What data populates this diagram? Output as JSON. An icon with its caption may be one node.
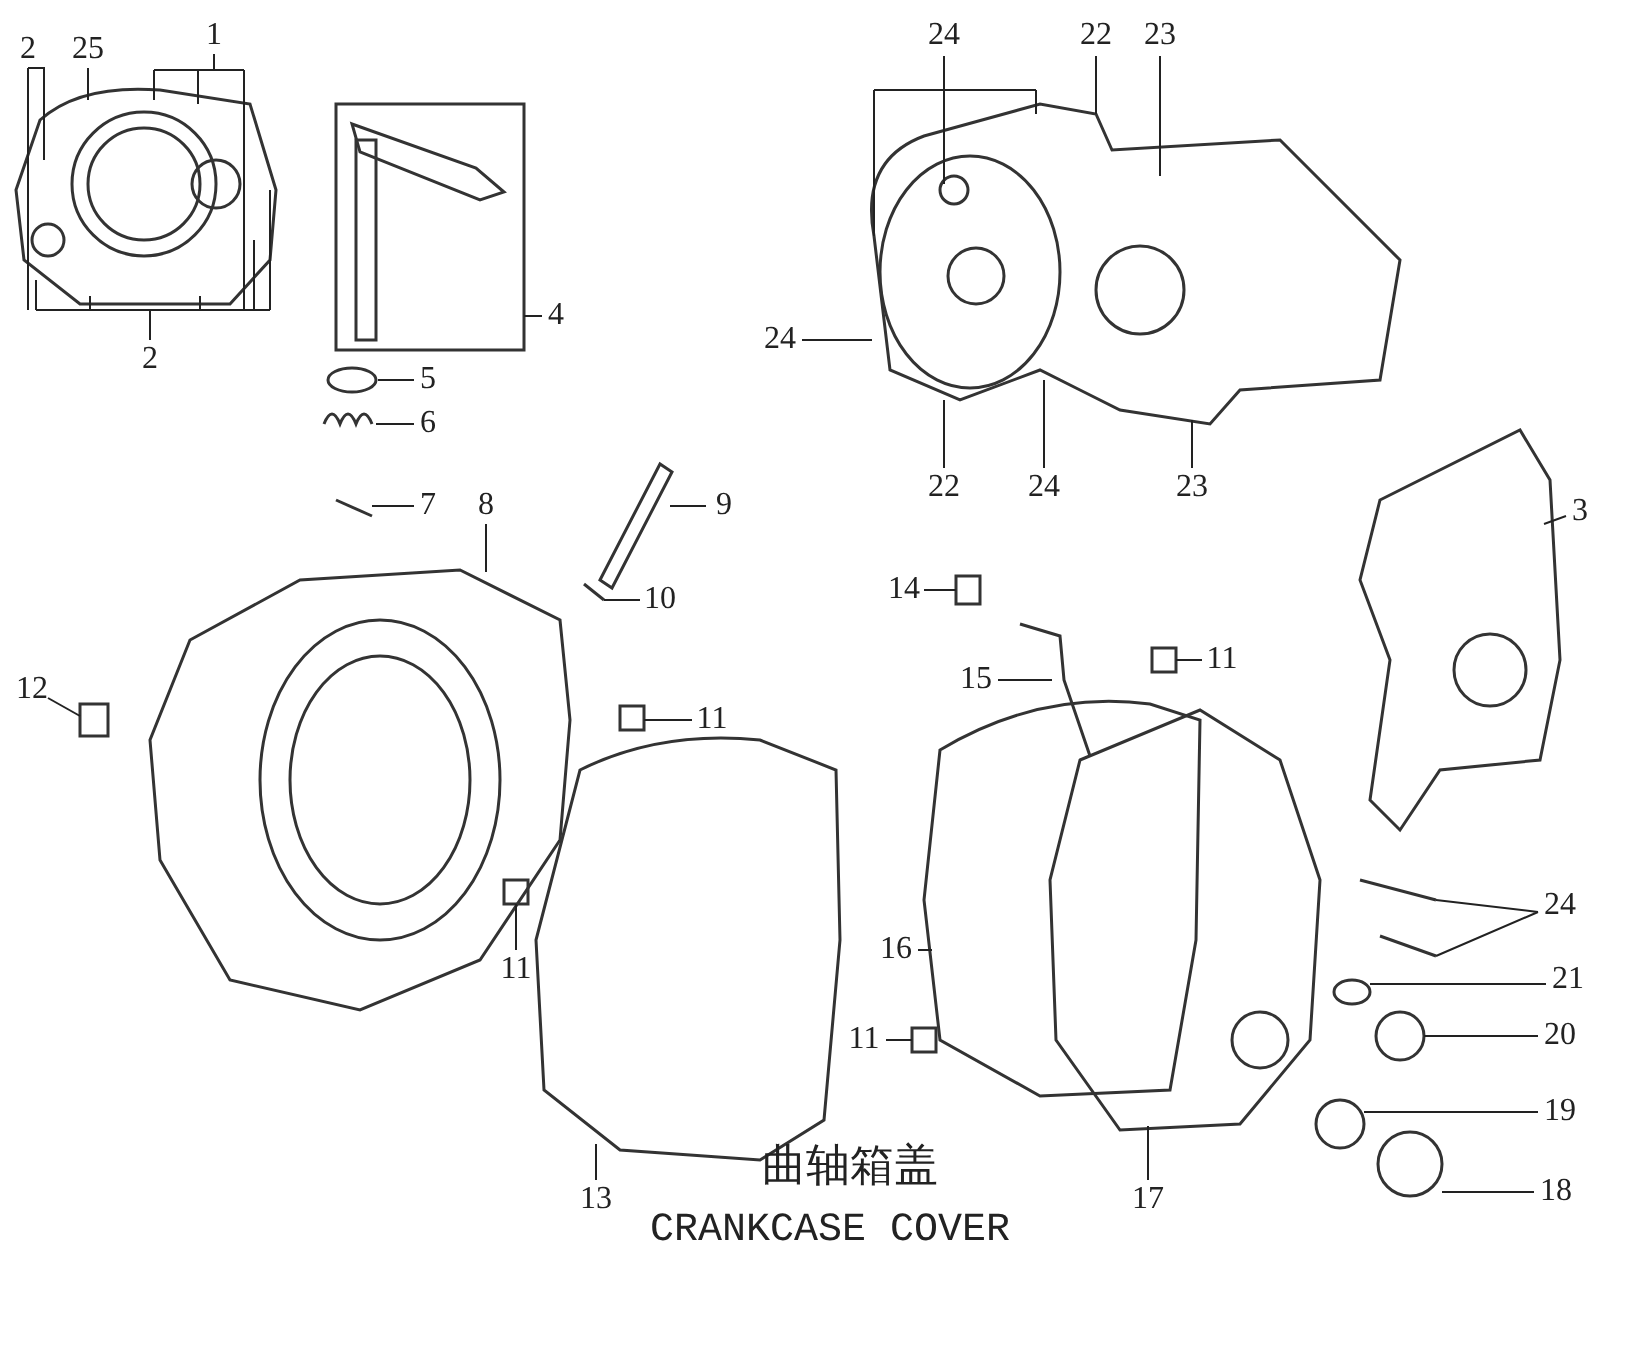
{
  "diagram": {
    "title": "曲轴箱盖",
    "caption": "CRANKCASE COVER",
    "nodes": [
      {
        "text": [
          "2"
        ]
      },
      {
        "text": [
          "25"
        ]
      },
      {
        "text": [
          "1"
        ]
      },
      {
        "text": [
          "24"
        ]
      },
      {
        "text": [
          "22"
        ]
      },
      {
        "text": [
          "23"
        ]
      },
      {
        "text": [
          "2"
        ]
      },
      {
        "text": [
          "4"
        ]
      },
      {
        "text": [
          "24"
        ]
      },
      {
        "text": [
          "22"
        ]
      },
      {
        "text": [
          "24"
        ]
      },
      {
        "text": [
          "23"
        ]
      },
      {
        "text": [
          "5"
        ]
      },
      {
        "text": [
          "6"
        ]
      },
      {
        "text": [
          "7"
        ]
      },
      {
        "text": [
          "8"
        ]
      },
      {
        "text": [
          "9"
        ]
      },
      {
        "text": [
          "3"
        ]
      },
      {
        "text": [
          "14"
        ]
      },
      {
        "text": [
          "10"
        ]
      },
      {
        "text": [
          "11"
        ]
      },
      {
        "text": [
          "12"
        ]
      },
      {
        "text": [
          "15"
        ]
      },
      {
        "text": [
          "11"
        ]
      },
      {
        "text": [
          "24"
        ]
      },
      {
        "text": [
          "11"
        ]
      },
      {
        "text": [
          "16"
        ]
      },
      {
        "text": [
          "21"
        ]
      },
      {
        "text": [
          "11"
        ]
      },
      {
        "text": [
          "20"
        ]
      },
      {
        "text": [
          "19"
        ]
      },
      {
        "text": [
          "17"
        ]
      },
      {
        "text": [
          "13"
        ]
      },
      {
        "text": [
          "18"
        ]
      }
    ],
    "edges": [
      {
        "from": 0,
        "to": null,
        "arrow": "none"
      },
      {
        "from": 1,
        "to": null,
        "arrow": "none"
      },
      {
        "from": 2,
        "to": null,
        "arrow": "none"
      },
      {
        "from": 3,
        "to": null,
        "arrow": "none"
      },
      {
        "from": 4,
        "to": null,
        "arrow": "none"
      },
      {
        "from": 5,
        "to": null,
        "arrow": "none"
      },
      {
        "from": 6,
        "to": null,
        "arrow": "none"
      },
      {
        "from": 7,
        "to": null,
        "arrow": "none"
      },
      {
        "from": 8,
        "to": null,
        "arrow": "none"
      },
      {
        "from": 9,
        "to": null,
        "arrow": "none"
      },
      {
        "from": 10,
        "to": null,
        "arrow": "none"
      },
      {
        "from": 11,
        "to": null,
        "arrow": "none"
      },
      {
        "from": 12,
        "to": null,
        "arrow": "none"
      },
      {
        "from": 13,
        "to": null,
        "arrow": "none"
      },
      {
        "from": 14,
        "to": null,
        "arrow": "none"
      },
      {
        "from": 15,
        "to": null,
        "arrow": "none"
      },
      {
        "from": 16,
        "to": null,
        "arrow": "none"
      },
      {
        "from": 17,
        "to": null,
        "arrow": "none"
      },
      {
        "from": 18,
        "to": null,
        "arrow": "none"
      },
      {
        "from": 19,
        "to": null,
        "arrow": "none"
      },
      {
        "from": 20,
        "to": null,
        "arrow": "none"
      },
      {
        "from": 21,
        "to": null,
        "arrow": "none"
      },
      {
        "from": 22,
        "to": null,
        "arrow": "none"
      },
      {
        "from": 23,
        "to": null,
        "arrow": "none"
      },
      {
        "from": 24,
        "to": null,
        "arrow": "none"
      },
      {
        "from": 25,
        "to": null,
        "arrow": "none"
      },
      {
        "from": 26,
        "to": null,
        "arrow": "none"
      },
      {
        "from": 27,
        "to": null,
        "arrow": "none"
      },
      {
        "from": 28,
        "to": null,
        "arrow": "none"
      },
      {
        "from": 29,
        "to": null,
        "arrow": "none"
      },
      {
        "from": 30,
        "to": null,
        "arrow": "none"
      },
      {
        "from": 31,
        "to": null,
        "arrow": "none"
      },
      {
        "from": 32,
        "to": null,
        "arrow": "none"
      },
      {
        "from": 33,
        "to": null,
        "arrow": "none"
      }
    ]
  }
}
